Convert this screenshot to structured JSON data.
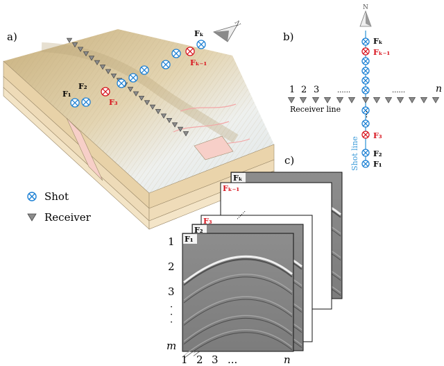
{
  "panels": {
    "a": "a)",
    "b": "b)",
    "c": "c)"
  },
  "north_symbol": "N",
  "colors": {
    "shot": "#1a7fd4",
    "shot_red": "#d8141e",
    "receiver": "#888888",
    "shot_line": "#3a9ad9",
    "terrain_top": "#d7c39a",
    "terrain_side": "#f2dcb3",
    "pink_layer": "#f6c9c4",
    "label_red": "#d8141e"
  },
  "panel_a": {
    "shot_labels": {
      "f1": "F₁",
      "f2": "F₂",
      "f3": "F₃",
      "fk": "Fₖ",
      "fk1": "Fₖ₋₁"
    }
  },
  "legend": {
    "shot": "Shot",
    "receiver": "Receiver"
  },
  "panel_b": {
    "receiver_numbers": [
      "1",
      "2",
      "3"
    ],
    "receiver_dots_1": "......",
    "receiver_dots_2": "......",
    "receiver_n": "n",
    "receiver_line_label": "Receiver line",
    "shot_line_label": "Shot line",
    "vertical_dots": "⋮",
    "shot_labels": {
      "fk": "Fₖ",
      "fk1": "Fₖ₋₁",
      "f3": "F₃",
      "f2": "F₂",
      "f1": "F₁"
    }
  },
  "panel_c": {
    "frame_labels": [
      "Fₖ",
      "Fₖ₋₁",
      "F₃",
      "F₂",
      "F₁"
    ],
    "row_labels": [
      "1",
      "2",
      "3",
      "·",
      "·",
      "·",
      "m"
    ],
    "col_labels": [
      "1",
      "2",
      "3",
      "...",
      "n"
    ],
    "dots_between": "......"
  }
}
